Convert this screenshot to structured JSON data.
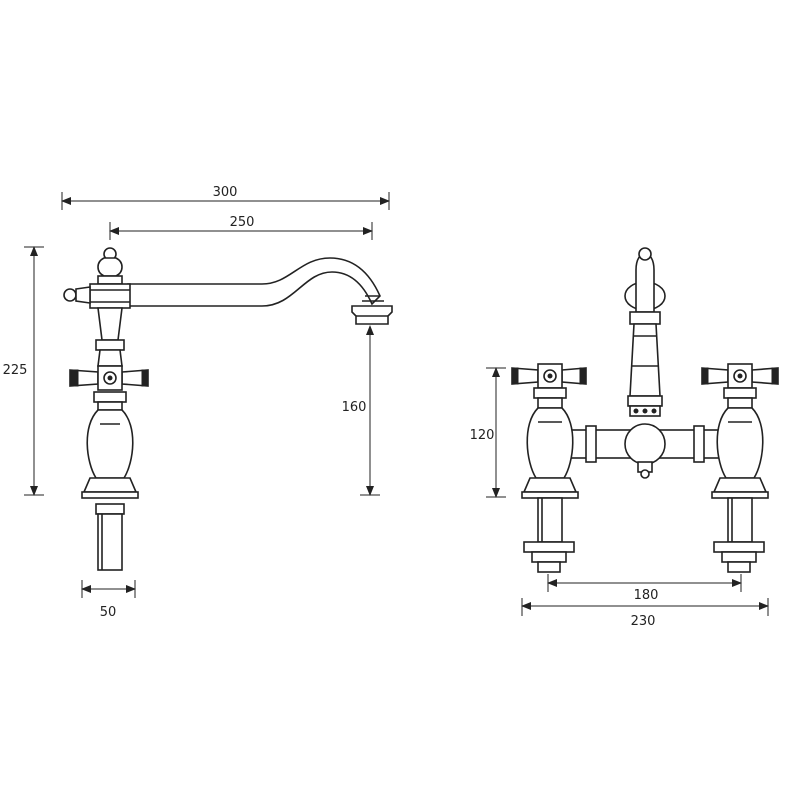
{
  "side_view": {
    "dimensions": {
      "overall_reach": "300",
      "spout_reach": "250",
      "overall_height": "225",
      "spout_height": "160",
      "shank_width": "50"
    }
  },
  "front_view": {
    "dimensions": {
      "handle_height": "120",
      "shank_centres": "180",
      "overall_width": "230"
    }
  }
}
